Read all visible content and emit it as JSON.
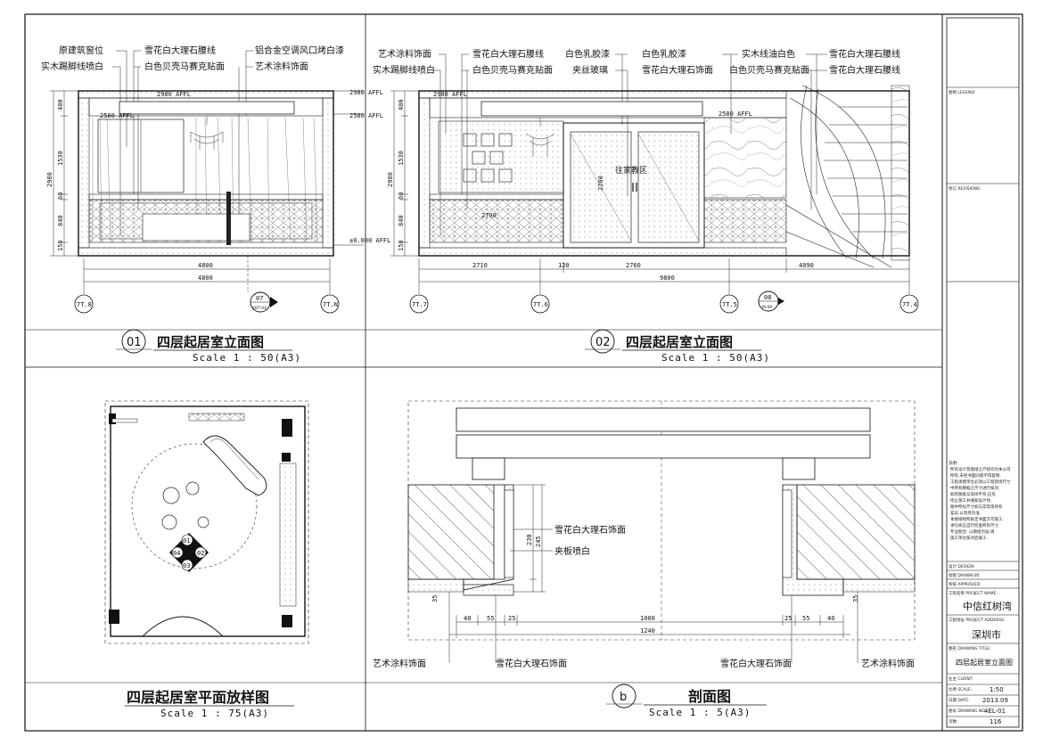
{
  "panels": {
    "p01": {
      "number": "01",
      "title": "四层起居室立面图",
      "scale": "Scale 1 : 50(A3)",
      "callouts_left": [
        "原建筑窗位",
        "实木踢脚线喷白"
      ],
      "callouts_mid": [
        "雪花白大理石腰线",
        "白色贝壳马赛克贴面"
      ],
      "callouts_right": [
        "铝合金空调风口烤白漆",
        "艺术涂料饰面"
      ],
      "dims_vertical": [
        "400",
        "1530",
        "60",
        "840",
        "150"
      ],
      "dim_total_v": "2980",
      "dim_width_1": "4800",
      "dim_width_2": "4800",
      "level_1": "2980 AFFL",
      "level_2": "2580 AFFL",
      "level_3": "±0.000 AFFL",
      "axis_left": "7T.8",
      "axis_right": "7T.N",
      "ref_num": "07",
      "ref_sheet": "4DT-04",
      "inner_dim_1": "2980 AFFL",
      "inner_dim_2": "2580 AFFL"
    },
    "p02": {
      "number": "02",
      "title": "四层起居室立面图",
      "scale": "Scale 1 : 50(A3)",
      "callouts_left": [
        "艺术涂料饰面",
        "实木踢脚线喷白"
      ],
      "callouts_mid1": [
        "雪花白大理石腰线",
        "白色贝壳马赛克贴面"
      ],
      "callouts_mid2": [
        "白色乳胶漆",
        "夹丝玻璃"
      ],
      "callouts_mid3": [
        "白色乳胶漆",
        "雪花白大理石饰面"
      ],
      "callouts_right1": [
        "实木线油白色",
        "白色贝壳马赛克贴面"
      ],
      "callouts_right2": [
        "雪花白大理石腰线",
        "雪花白大理石腰线"
      ],
      "dims_vertical": [
        "400",
        "1530",
        "60",
        "840",
        "150"
      ],
      "dim_total_v": "2980",
      "dim_a": "2710",
      "dim_b": "120",
      "dim_c": "2760",
      "dim_d": "4090",
      "dim_total": "9800",
      "level_1": "2980 AFFL",
      "level_2": "2580 AFFL",
      "door_label": "往家教区",
      "axes": [
        "7T.7",
        "7T.6",
        "7T.5",
        "7T.4"
      ],
      "ref_num": "08",
      "ref_sheet": "M-09",
      "inner_dim": "2790",
      "door_dim": "2200"
    },
    "p03": {
      "title": "四层起居室平面放样图",
      "scale": "Scale 1 : 75(A3)",
      "markers": [
        "01",
        "02",
        "03",
        "04"
      ]
    },
    "p04": {
      "number": "b",
      "title": "剖面图",
      "scale": "Scale 1 : 5(A3)",
      "callout_1": "雪花白大理石饰面",
      "callout_2": "夹板喷白",
      "bottom_labels": [
        "艺术涂料饰面",
        "雪花白大理石饰面",
        "雪花白大理石饰面",
        "艺术涂料饰面"
      ],
      "dims_v": [
        "230",
        "245"
      ],
      "dims_bottom_left": [
        "40",
        "55",
        "25"
      ],
      "dims_bottom_right": [
        "25",
        "55",
        "40"
      ],
      "dim_35_l": "35",
      "dim_35_r": "35",
      "dim_inner": "1000",
      "dim_total": "1240"
    }
  },
  "title_block": {
    "seal_label": "图例 LEGEND:",
    "revisions_label": "修订 REVISIONS:",
    "notes_label": "说明:",
    "notes": [
      "所有设计及图纸之产权均为本公司",
      "所有,未经书面同意不得复制.",
      "工程承建单位必须以工程现场尺寸",
      "中所有数据之尺寸进行核对.",
      "如有图纸与现场不符,应先",
      "停止施工并通知设计师.",
      "图中所标尺寸如与实际现场有",
      "差异,以现场为准.",
      "本图纸经所核定书面方可施工.",
      "承包商应自行检查所有尺寸.",
      "专业配合: 以图纸为准,请",
      "施工单位核对后施工."
    ],
    "design_label": "设计 DESIGN:",
    "drawn_label": "绘图 DRAWN BY:",
    "check_label": "校核 APPROVED:",
    "project_label": "工程名称 PROJECT NAME:",
    "project_name": "中信红树湾",
    "address_label": "工程地址 PROJECT ADDRESS:",
    "address": "深圳市",
    "drawing_title_label": "图名 DRAWING TITLE:",
    "drawing_title": "四层起居室立面图",
    "client_label": "业主 CLIENT:",
    "scale_label": "比例 SCALE:",
    "scale_value": "1:50",
    "date_label": "日期 DATE:",
    "date_value": "2013.09",
    "no_label": "图号 DRAWING NO.:",
    "no_value": "4EL-01",
    "page_label": "页数:",
    "page_value": "116"
  }
}
